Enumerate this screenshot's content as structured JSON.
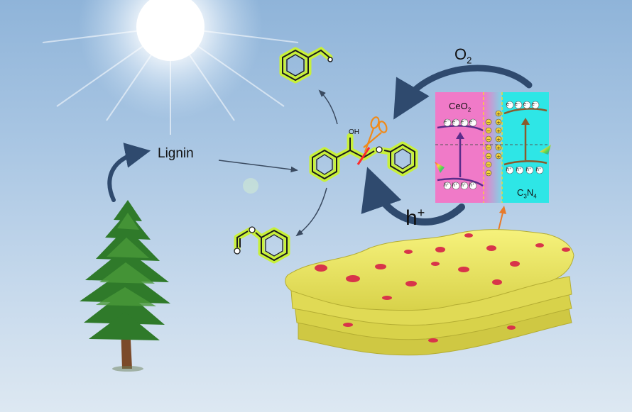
{
  "labels": {
    "lignin": "Lignin",
    "o2_base": "O",
    "o2_sub": "2",
    "hplus_base": "h",
    "hplus_sup": "+",
    "ceo2_base": "CeO",
    "ceo2_sub": "2",
    "c3n4_c": "C",
    "c3n4_3": "3",
    "c3n4_n": "N",
    "c3n4_4": "4",
    "oh": "OH",
    "electron": "e⁻",
    "hole": "h⁺"
  },
  "colors": {
    "ceo2_panel": "#f07ac8",
    "c3n4_panel": "#2ee6e6",
    "highlight": "#c8f03a",
    "sheet": "#f3ee6a",
    "dots": "#d8344a",
    "arrow_dark": "#2f4a6e"
  },
  "icons": [
    "sun-icon",
    "tree-icon",
    "scissors-icon",
    "light-icon",
    "photocatalyst-sheet-icon"
  ]
}
